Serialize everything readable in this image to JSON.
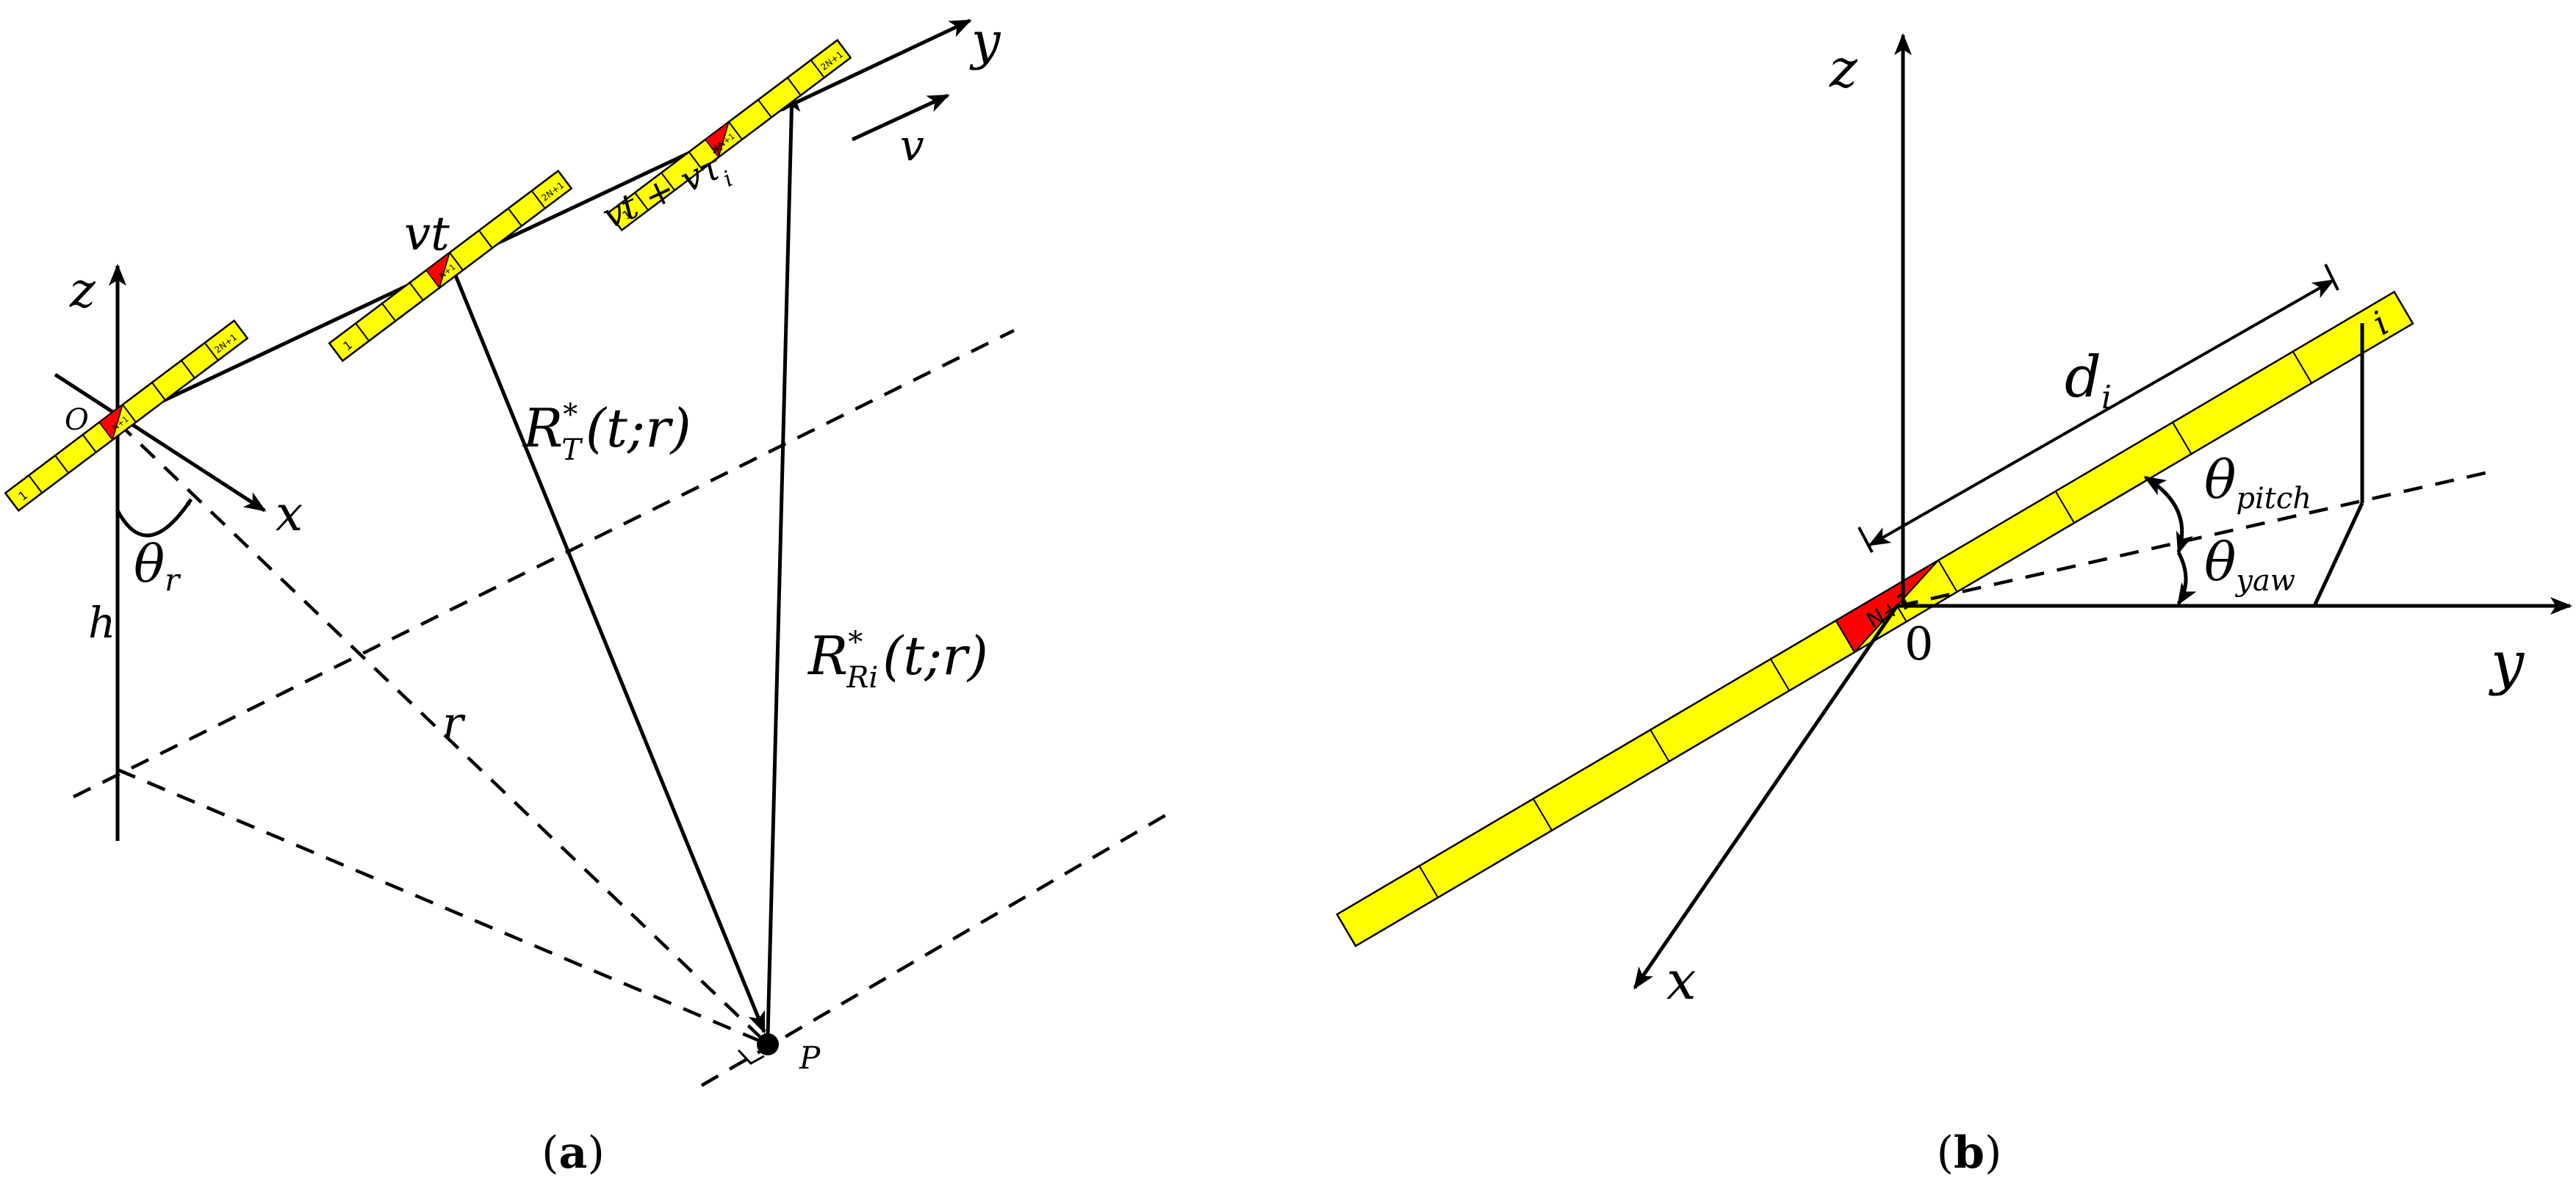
{
  "panel_a": {
    "axes": {
      "x": "x",
      "y": "y",
      "z": "z"
    },
    "origin": "O",
    "point": "P",
    "height": "h",
    "range": "r",
    "angle": "θ",
    "angle_sub": "r",
    "velocity": "v",
    "pos_vt": "vt",
    "pos_vt_tau": "vt + vτ",
    "pos_vt_tau_sub": "i",
    "pos_vt_tau_sup": "*",
    "rt_main": "R",
    "rt_sup": "*",
    "rt_sub": "T",
    "rt_args": "(t;r)",
    "rr_main": "R",
    "rr_sup": "*",
    "rr_sub": "Ri",
    "rr_args": "(t;r)",
    "array_first": "1",
    "array_mid": "N+1",
    "array_last": "2N+1",
    "caption_open": "(",
    "caption_letter": "a",
    "caption_close": ")"
  },
  "panel_b": {
    "axes": {
      "x": "x",
      "y": "y",
      "z": "z"
    },
    "origin": "0",
    "distance": "d",
    "distance_sub": "i",
    "theta": "θ",
    "pitch_sub": "pitch",
    "yaw_sub": "yaw",
    "element_i": "i",
    "element_ref": "N+1",
    "caption_open": "(",
    "caption_letter": "b",
    "caption_close": ")"
  }
}
